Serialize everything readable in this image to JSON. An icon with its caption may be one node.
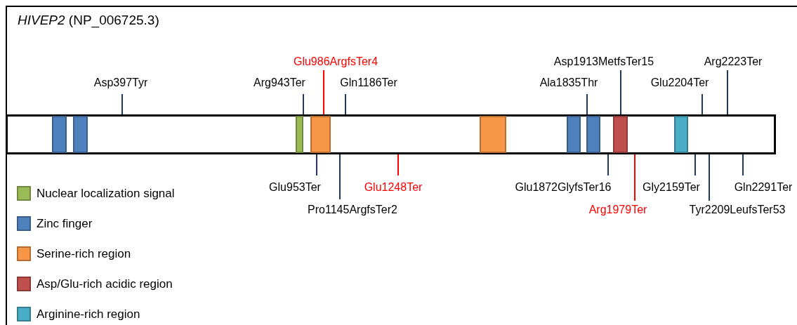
{
  "diagram": {
    "title": "*HIVEP2* (NP_006725.3)",
    "nodes": [
      {
        "text": [],
        "shape": "bar"
      },
      {
        "text": [],
        "shape": "box",
        "in": 0
      },
      {
        "text": [],
        "shape": "box",
        "in": 0
      },
      {
        "text": [],
        "shape": "box",
        "in": 0
      },
      {
        "text": [],
        "shape": "box",
        "in": 0
      },
      {
        "text": [],
        "shape": "box",
        "in": 0
      },
      {
        "text": [],
        "shape": "box",
        "in": 0
      },
      {
        "text": [],
        "shape": "box",
        "in": 0
      },
      {
        "text": [],
        "shape": "box",
        "in": 0
      },
      {
        "text": [],
        "shape": "box",
        "in": 0
      },
      {
        "text": [
          "Glu986ArgfsTer4"
        ]
      },
      {
        "text": [
          "Asp1913MetfsTer15"
        ]
      },
      {
        "text": [
          "Arg2223Ter"
        ]
      },
      {
        "text": [
          "Asp397Tyr"
        ]
      },
      {
        "text": [
          "Arg943Ter"
        ]
      },
      {
        "text": [
          "Gln1186Ter"
        ]
      },
      {
        "text": [
          "Ala1835Thr"
        ]
      },
      {
        "text": [
          "Glu2204Ter"
        ]
      },
      {
        "text": [
          "Glu953Ter"
        ]
      },
      {
        "text": [
          "Glu1248Ter"
        ]
      },
      {
        "text": [
          "Glu1872GlyfsTer16"
        ]
      },
      {
        "text": [
          "Gly2159Ter"
        ]
      },
      {
        "text": [
          "Gln2291Ter"
        ]
      },
      {
        "text": [
          "Pro1145ArgfsTer2"
        ]
      },
      {
        "text": [
          "Arg1979Ter"
        ]
      },
      {
        "text": [
          "Tyr2209LeufsTer53"
        ]
      }
    ],
    "edges": [
      {
        "from": 10,
        "to": 0,
        "arrow": "none",
        "color": "#ff0000"
      },
      {
        "from": 11,
        "to": 0,
        "arrow": "none"
      },
      {
        "from": 12,
        "to": 0,
        "arrow": "none"
      },
      {
        "from": 13,
        "to": 0,
        "arrow": "none"
      },
      {
        "from": 14,
        "to": 0,
        "arrow": "none"
      },
      {
        "from": 15,
        "to": 0,
        "arrow": "none"
      },
      {
        "from": 16,
        "to": 0,
        "arrow": "none"
      },
      {
        "from": 17,
        "to": 0,
        "arrow": "none"
      },
      {
        "from": 18,
        "to": 0,
        "arrow": "none"
      },
      {
        "from": 19,
        "to": 0,
        "arrow": "none",
        "color": "#ff0000"
      },
      {
        "from": 20,
        "to": 0,
        "arrow": "none"
      },
      {
        "from": 21,
        "to": 0,
        "arrow": "none"
      },
      {
        "from": 22,
        "to": 0,
        "arrow": "none"
      },
      {
        "from": 23,
        "to": 0,
        "arrow": "none"
      },
      {
        "from": 24,
        "to": 0,
        "arrow": "none",
        "color": "#ff0000"
      },
      {
        "from": 25,
        "to": 0,
        "arrow": "none"
      }
    ],
    "legend": [
      {
        "text": "Nuclear localization signal",
        "color": "#9bbb59"
      },
      {
        "text": "Zinc finger",
        "color": "#4f81bd"
      },
      {
        "text": "Serine-rich region",
        "color": "#f79646"
      },
      {
        "text": "Asp/Glu-rich acidic region",
        "color": "#c0504d"
      },
      {
        "text": "Arginine-rich region",
        "color": "#4bacc6"
      }
    ]
  }
}
